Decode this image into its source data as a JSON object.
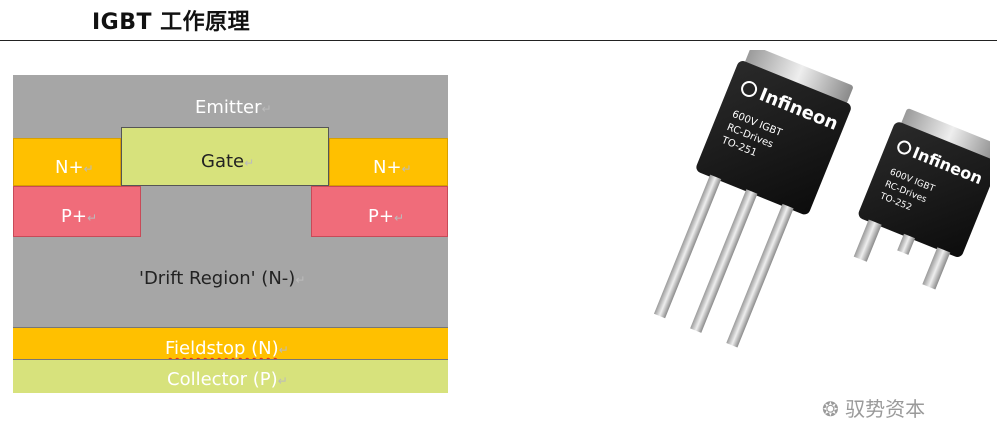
{
  "header": {
    "title": "IGBT 工作原理"
  },
  "diagram": {
    "emitter": "Emitter",
    "gate": "Gate",
    "n_plus_left": "N+",
    "n_plus_right": "N+",
    "p_plus_left": "P+",
    "p_plus_right": "P+",
    "drift": "'Drift Region' (N-)",
    "fieldstop": "Fieldstop (N)",
    "collector": "Collector (P)",
    "colors": {
      "gray": "#a6a6a6",
      "orange": "#ffc000",
      "pink": "#f06c7a",
      "green": "#d7e27c"
    }
  },
  "photo": {
    "package_large": {
      "brand": "Infineon",
      "line1": "600V IGBT",
      "line2": "RC-Drives",
      "line3": "TO-251"
    },
    "package_small": {
      "brand": "Infineon",
      "line1": "600V IGBT",
      "line2": "RC-Drives",
      "line3": "TO-252"
    }
  },
  "watermark": {
    "text": "驭势资本"
  }
}
